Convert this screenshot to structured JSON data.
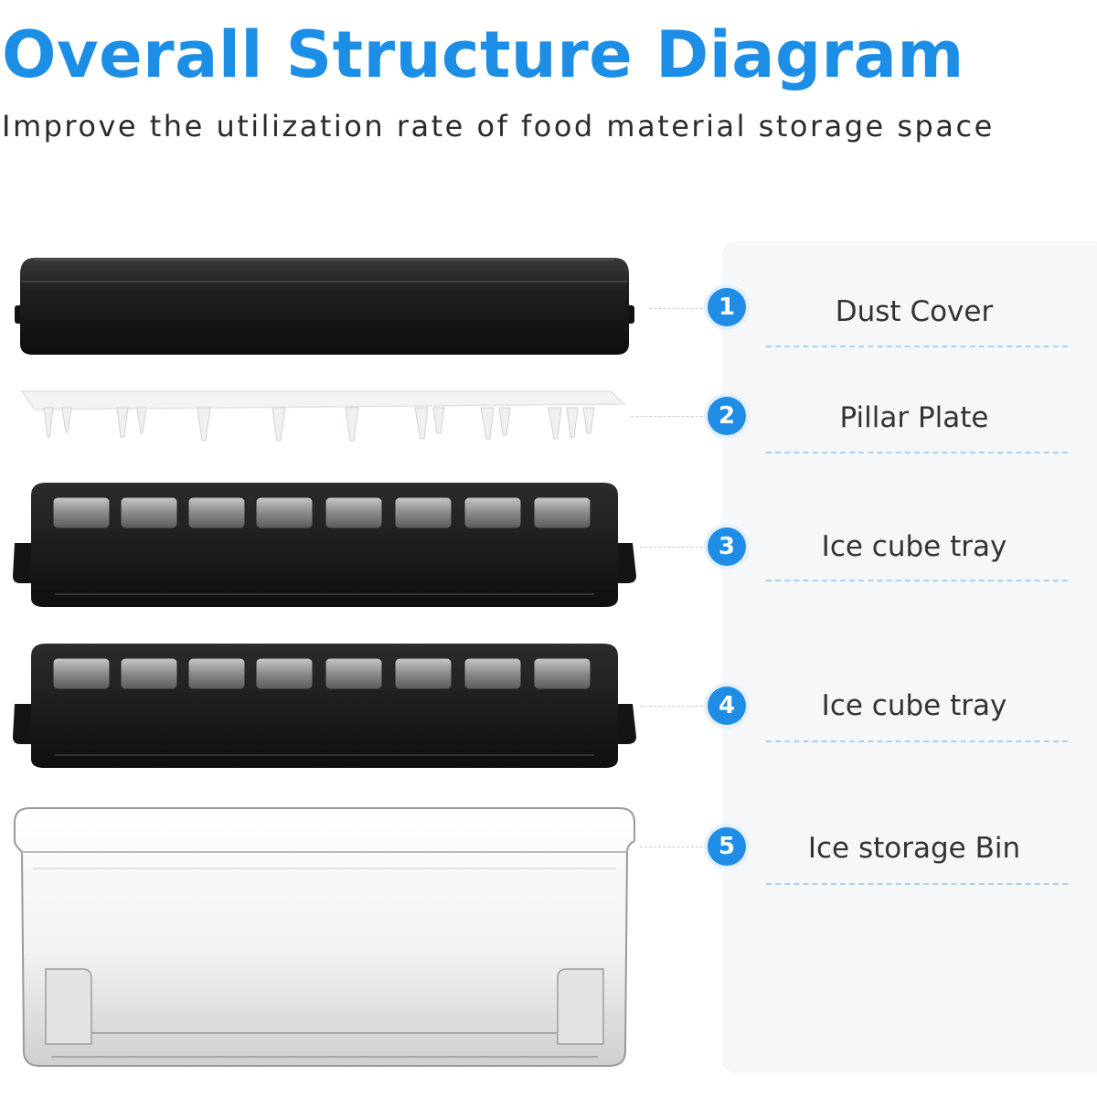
{
  "header": {
    "title": "Overall Structure Diagram",
    "subtitle": "Improve the utilization rate of food material storage space"
  },
  "colors": {
    "accent": "#1d8ee6",
    "badge": "#1f8de6",
    "part_dark": "#1c1c1c",
    "panel_bg": "#f6f7f9"
  },
  "parts": [
    {
      "number": "1",
      "label": "Dust Cover"
    },
    {
      "number": "2",
      "label": "Pillar Plate"
    },
    {
      "number": "3",
      "label": "Ice cube tray"
    },
    {
      "number": "4",
      "label": "Ice cube tray"
    },
    {
      "number": "5",
      "label": "Ice storage Bin"
    }
  ]
}
